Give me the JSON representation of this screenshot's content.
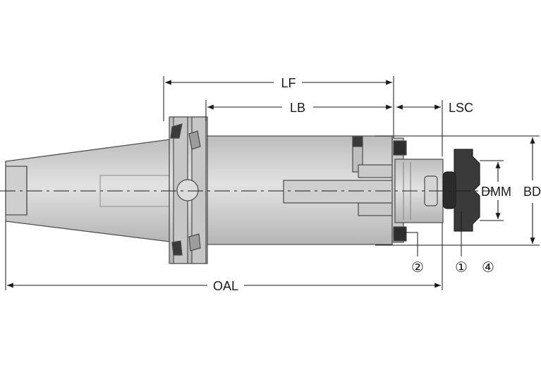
{
  "dimensions": {
    "lf": "LF",
    "lb": "LB",
    "lsc": "LSC",
    "dmm": "DMM",
    "bd": "BD",
    "oal": "OAL"
  },
  "callouts": {
    "part_2": "②",
    "part_1": "①",
    "part_4": "④"
  },
  "colors": {
    "body": "#d3d3d3",
    "body_shade": "#b9b9b9",
    "outline": "#4a4a4a",
    "cutter": "#3a3a3a",
    "dimension_line": "#1a1a1a"
  }
}
